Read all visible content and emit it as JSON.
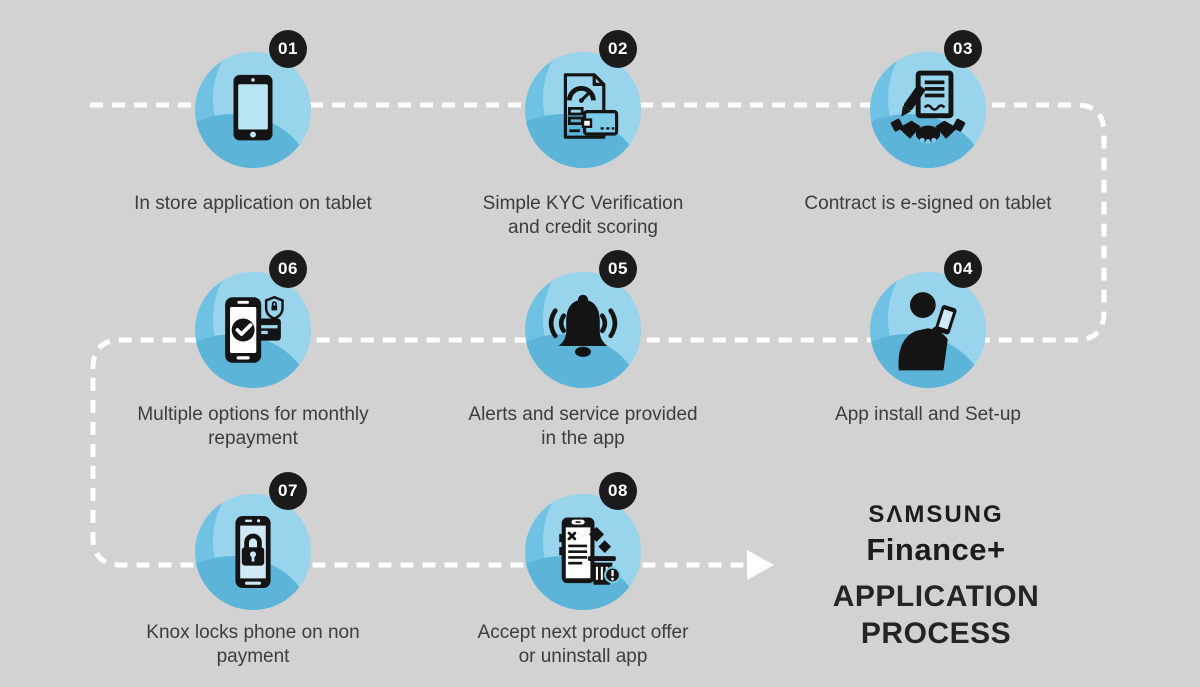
{
  "colors": {
    "background": "#d2d2d2",
    "bubble_blue": "#6fc2e4",
    "bubble_blue_light": "#98d5ed",
    "bubble_blue_dark": "#5cb4d9",
    "badge_bg": "#1b1b1b",
    "badge_text": "#ffffff",
    "dashed_line": "#ffffff",
    "caption_text": "#3d3d3d",
    "logo_text": "#1c1c1e"
  },
  "steps": [
    {
      "number": "01",
      "label": "In store application on tablet",
      "icon": "tablet-icon"
    },
    {
      "number": "02",
      "label": "Simple KYC Verification\nand credit scoring",
      "icon": "kyc-credit-scoring-icon"
    },
    {
      "number": "03",
      "label": "Contract is e-signed on tablet",
      "icon": "esign-handshake-icon"
    },
    {
      "number": "04",
      "label": "App install and Set-up",
      "icon": "person-phone-icon"
    },
    {
      "number": "05",
      "label": "Alerts and service provided\nin the app",
      "icon": "alert-bell-icon"
    },
    {
      "number": "06",
      "label": "Multiple options for monthly\nrepayment",
      "icon": "phone-payment-icon"
    },
    {
      "number": "07",
      "label": "Knox locks phone on non\npayment",
      "icon": "phone-padlock-icon"
    },
    {
      "number": "08",
      "label": "Accept next product offer\nor uninstall app",
      "icon": "uninstall-offer-icon"
    }
  ],
  "brand": {
    "line1": "SAMSUNG",
    "line1_display": "SΛMSUNG",
    "line2": "Finance+"
  },
  "heading": "APPLICATION\nPROCESS"
}
